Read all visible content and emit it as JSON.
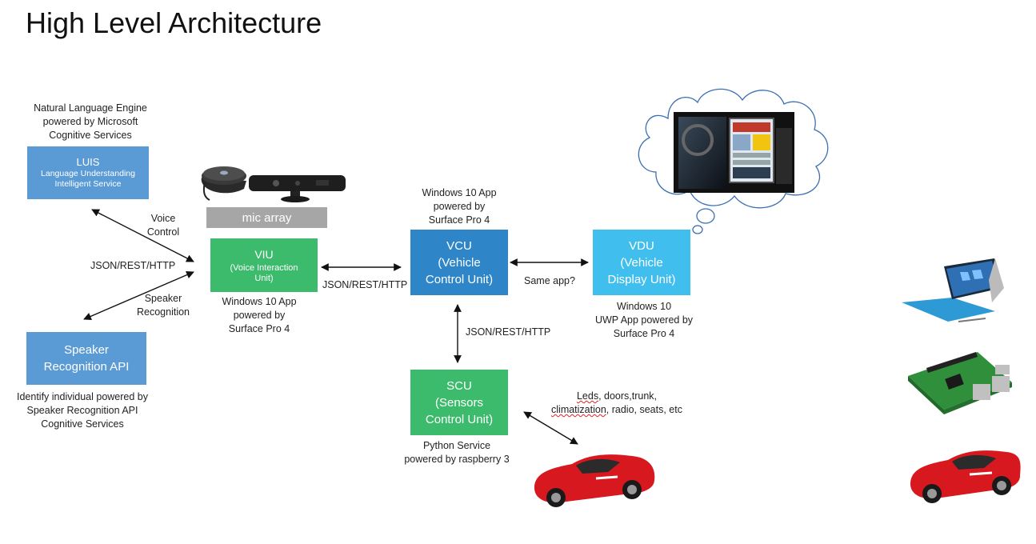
{
  "title": "High Level Architecture",
  "nodes": {
    "luis": {
      "title": "LUIS",
      "subtitle": "Language Understanding Intelligent Service",
      "caption": [
        "Natural Language Engine",
        "powered by Microsoft",
        "Cognitive Services"
      ]
    },
    "speaker": {
      "title_line1": "Speaker",
      "title_line2": "Recognition API",
      "caption": [
        "Identify individual powered by",
        "Speaker Recognition API",
        "Cognitive Services"
      ]
    },
    "viu": {
      "title": "VIU",
      "subtitle": "(Voice Interaction Unit)",
      "caption": [
        "Windows 10 App",
        "powered by",
        "Surface Pro 4"
      ]
    },
    "vcu": {
      "line1": "VCU",
      "line2": "(Vehicle",
      "line3": "Control Unit)",
      "caption": [
        "Windows 10 App",
        "powered by",
        "Surface Pro 4"
      ]
    },
    "vdu": {
      "line1": "VDU",
      "line2": "(Vehicle",
      "line3": "Display Unit)",
      "caption": [
        "Windows 10",
        "UWP App powered by",
        "Surface Pro 4"
      ]
    },
    "scu": {
      "line1": "SCU",
      "line2": "(Sensors",
      "line3": "Control Unit)",
      "caption": [
        "Python Service",
        "powered by raspberry 3"
      ]
    },
    "mic": {
      "label": "mic array"
    }
  },
  "edge_labels": {
    "voice_control": [
      "Voice",
      "Control"
    ],
    "json_left": "JSON/REST/HTTP",
    "speaker_recognition": [
      "Speaker",
      "Recognition"
    ],
    "json_viu_vcu": "JSON/REST/HTTP",
    "same_app": "Same app?",
    "json_vcu_scu": "JSON/REST/HTTP",
    "car_features": {
      "line1_a": "Leds",
      "line1_b": ", doors,trunk,",
      "line2_a": "climatization",
      "line2_b": ", radio, seats, etc"
    }
  },
  "colors": {
    "luis": "#5b9bd5",
    "speaker": "#5b9bd5",
    "viu": "#3dbb6c",
    "vcu": "#2e86c9",
    "vdu": "#40bfee",
    "scu": "#3dbb6c",
    "mic": "#a6a6a6"
  }
}
